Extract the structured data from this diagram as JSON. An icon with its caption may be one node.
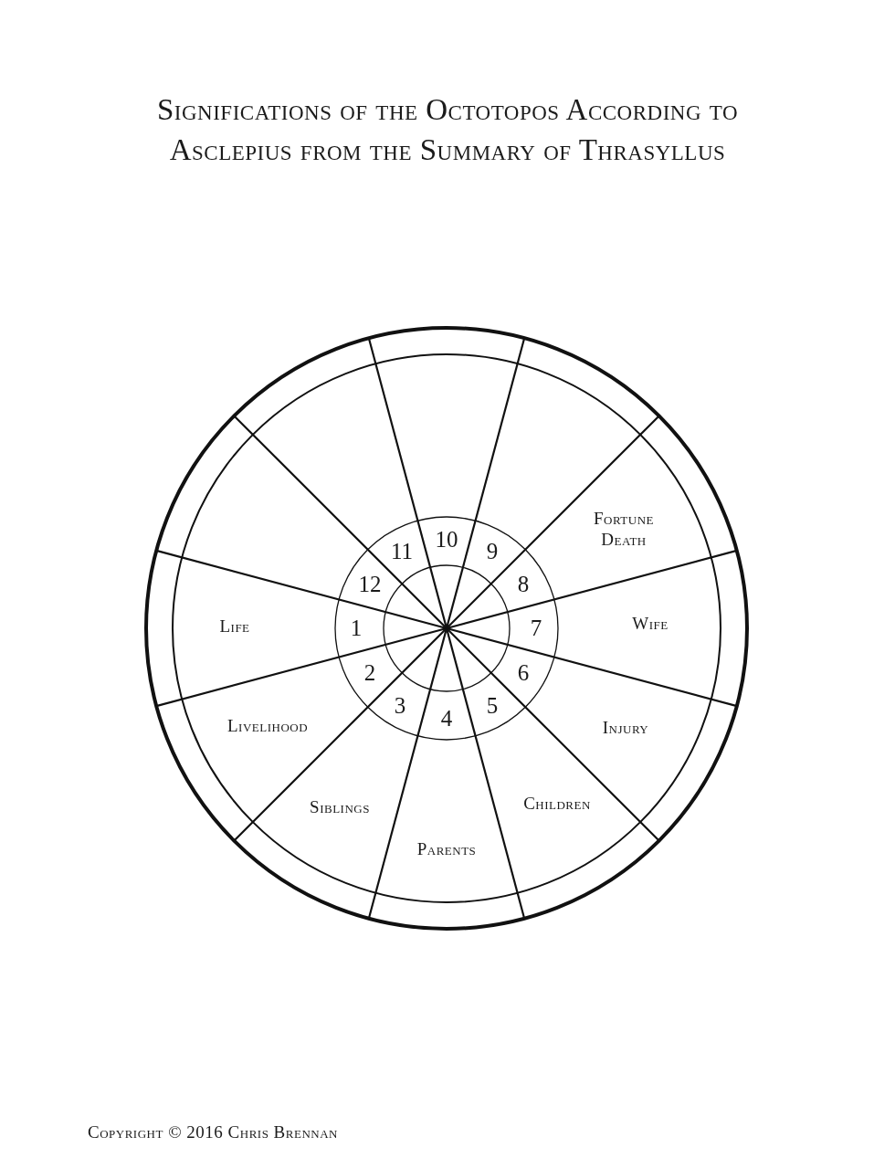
{
  "diagram": {
    "title": "Significations of the Octotopos According to Asclepius from the Summary of Thrasyllus",
    "labels": [
      "1",
      "2",
      "3",
      "4",
      "5",
      "6",
      "7",
      "8",
      "9",
      "10",
      "11",
      "12",
      "Life",
      "Livelihood",
      "Siblings",
      "Parents",
      "Children",
      "Injury",
      "Wife",
      "Fortune",
      "Death"
    ],
    "caption": "Copyright © 2016 Chris Brennan"
  }
}
